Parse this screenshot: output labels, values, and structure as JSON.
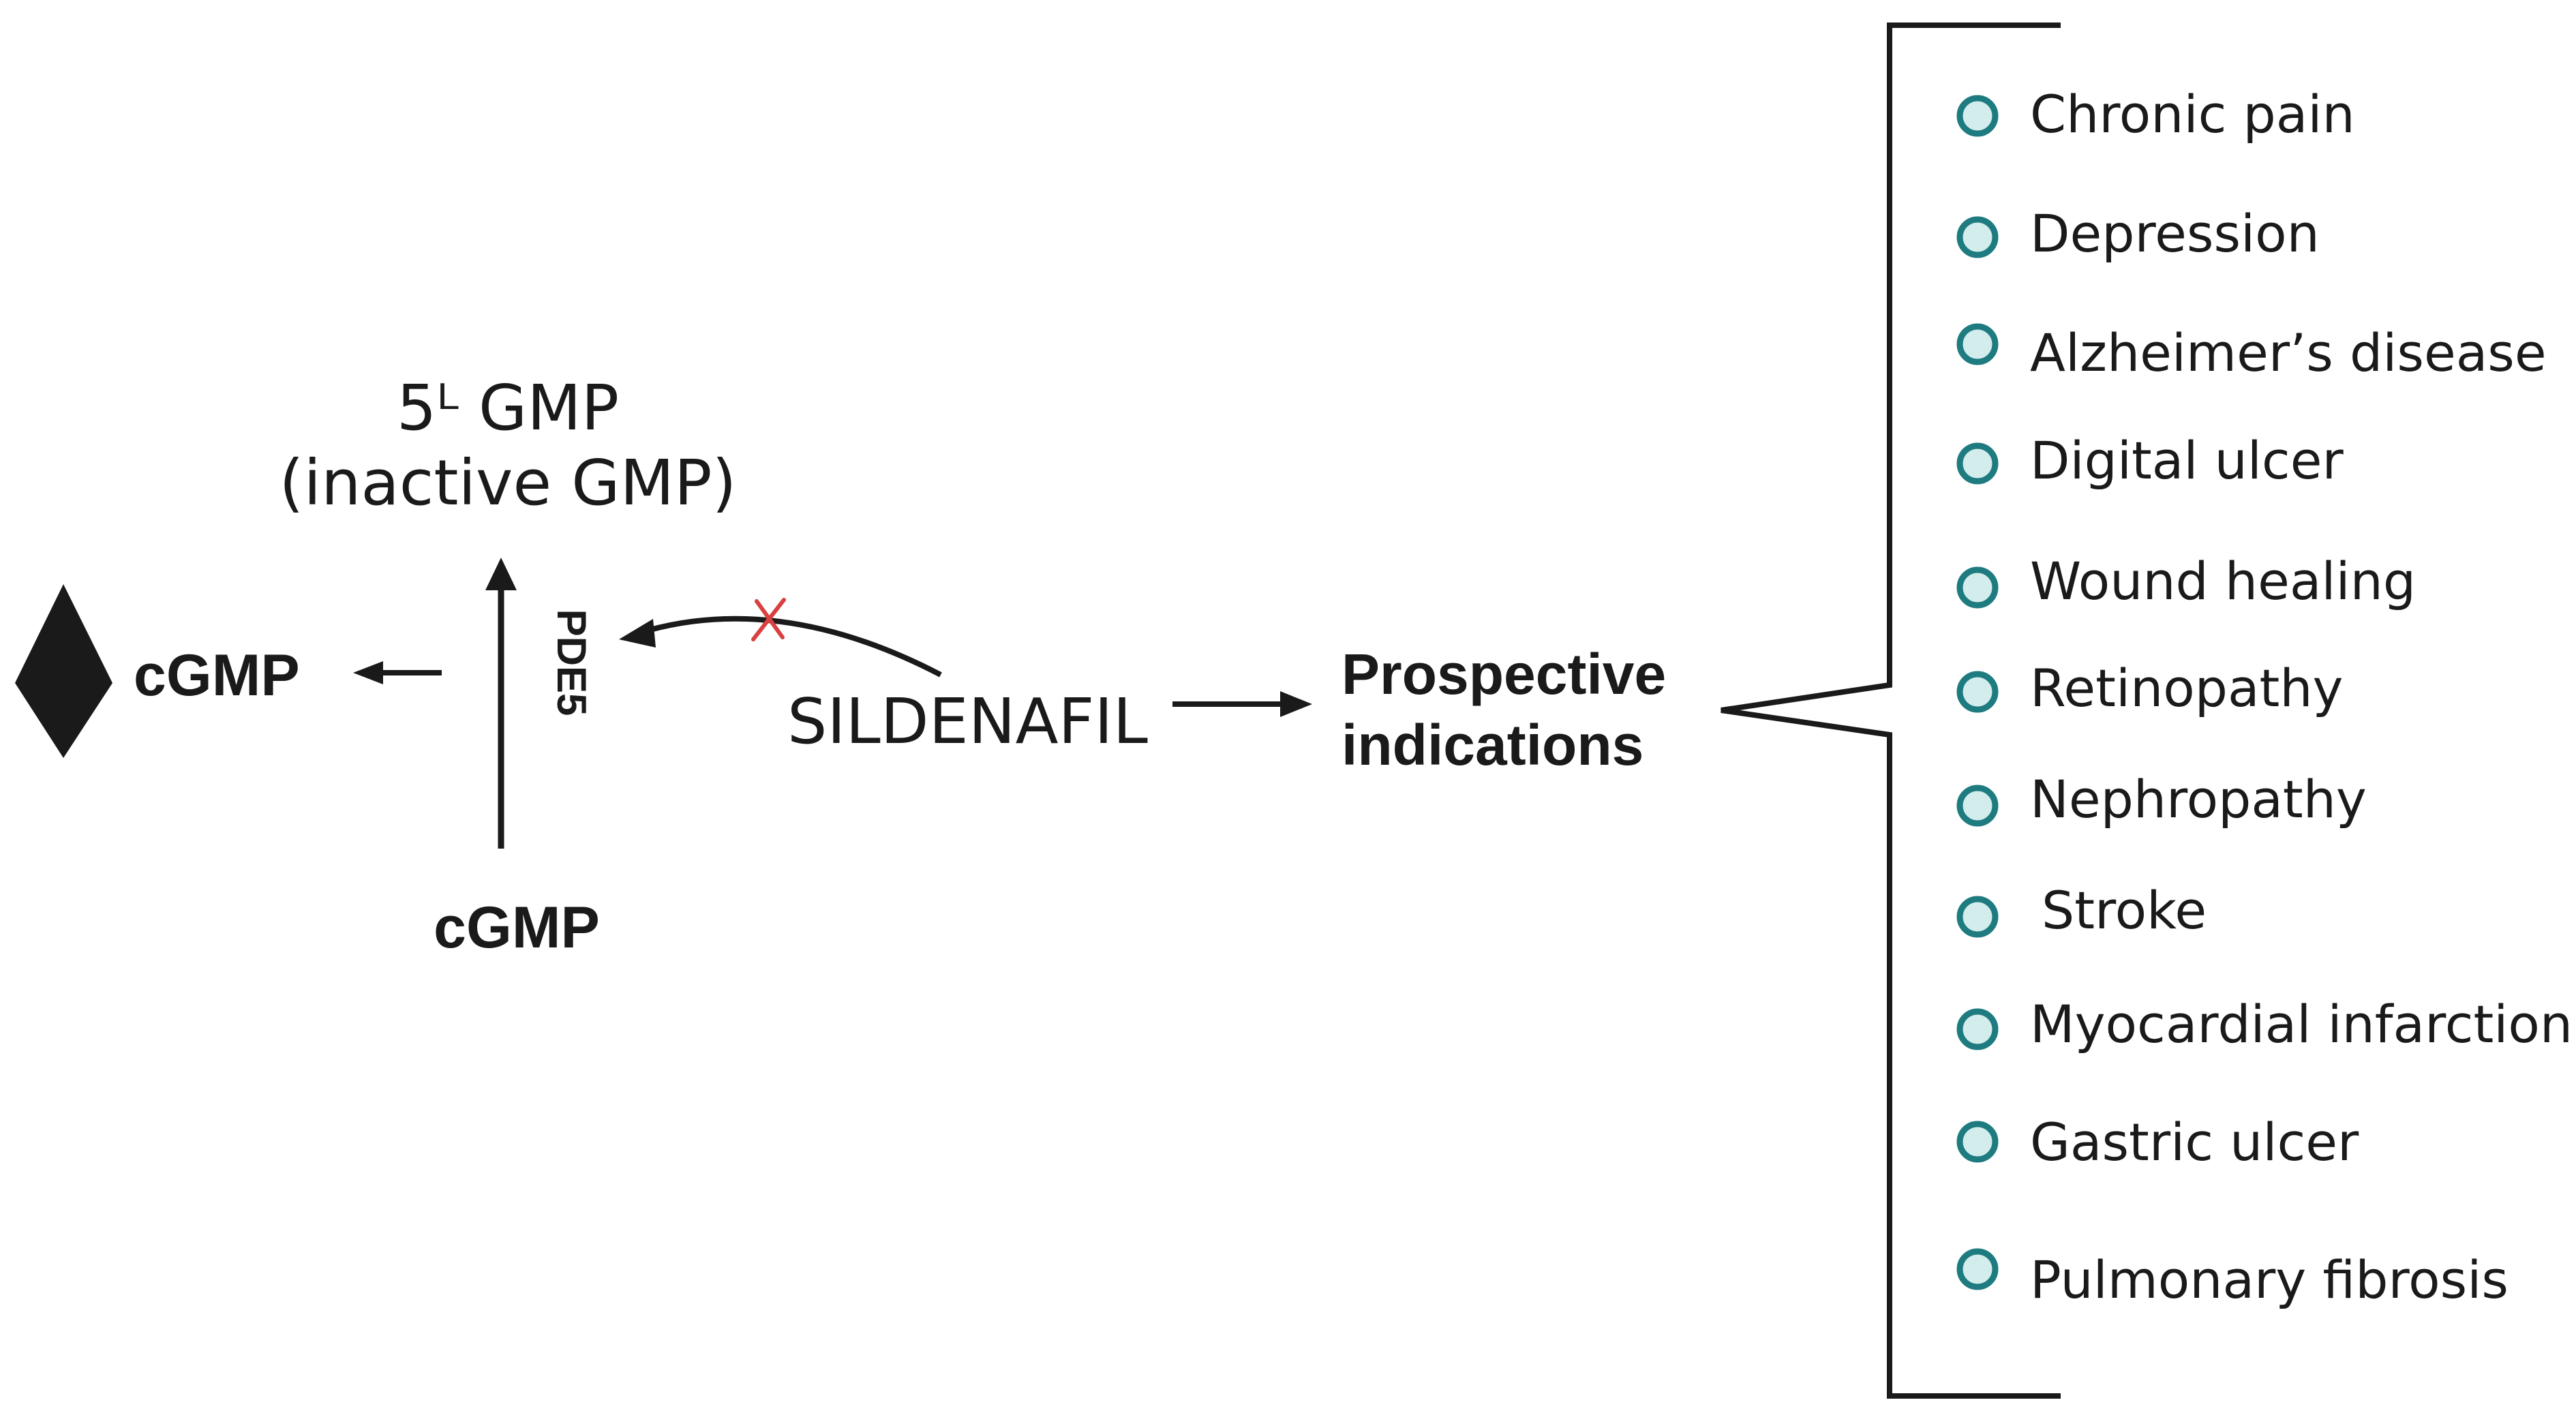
{
  "product_title": {
    "line1": "5ᴸ GMP",
    "line2": "(inactive GMP)"
  },
  "enzyme_label": "PDE5",
  "substrate_label": "cGMP",
  "result_label": "cGMP",
  "drug_label": "SILDENAFIL",
  "prospective": {
    "line1": "Prospective",
    "line2": "indications"
  },
  "indications": [
    "Chronic pain",
    "Depression",
    "Alzheimer’s disease",
    "Digital ulcer",
    "Wound healing",
    "Retinopathy",
    "Nephropathy",
    "Stroke",
    "Myocardial infarction",
    "Gastric ulcer",
    "Pulmonary fibrosis"
  ],
  "icons": {
    "increase": "up-down-arrow-icon",
    "inhibition": "red-x-icon",
    "bullet": "circle-bullet-icon"
  },
  "colors": {
    "line": "#1a1a1a",
    "inhibition": "#d94040",
    "bullet_fill": "#d3ecec",
    "bullet_stroke": "#1e7b80"
  }
}
